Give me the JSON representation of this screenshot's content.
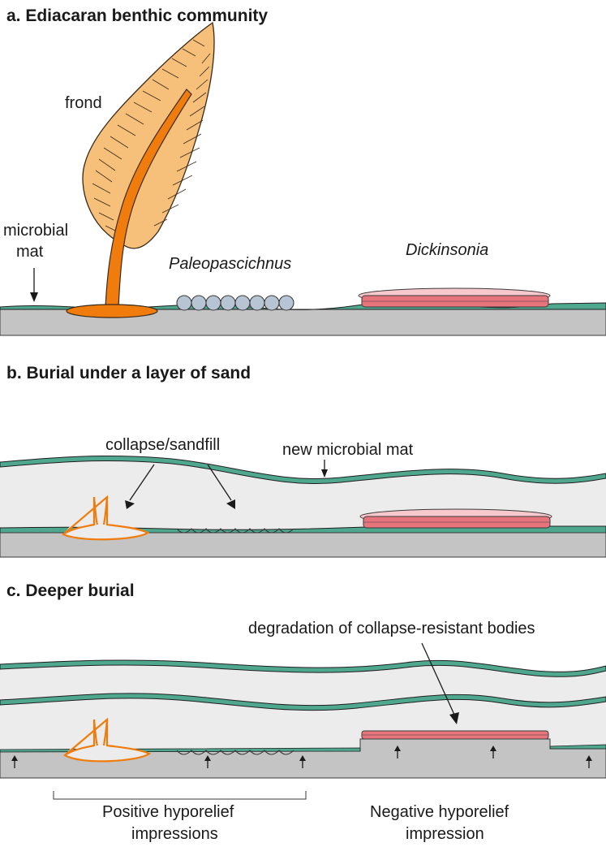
{
  "panels": {
    "a": {
      "title": "a. Ediacaran benthic community",
      "labels": {
        "frond": "frond",
        "microbial_mat_1": "microbial",
        "microbial_mat_2": "mat",
        "paleopascichnus": "Paleopascichnus",
        "dickinsonia": "Dickinsonia"
      }
    },
    "b": {
      "title": "b. Burial under a layer of sand",
      "labels": {
        "collapse": "collapse/sandfill",
        "new_mat": "new microbial mat"
      }
    },
    "c": {
      "title": "c. Deeper burial",
      "labels": {
        "degradation": "degradation of collapse-resistant bodies",
        "positive_1": "Positive hyporelief",
        "positive_2": "impressions",
        "negative_1": "Negative hyporelief",
        "negative_2": "impression"
      }
    }
  },
  "colors": {
    "mat": "#4fa88e",
    "sediment": "#c4c4c4",
    "sand": "#ececec",
    "frond": "#f7c07a",
    "frond_stalk": "#f07c0e",
    "dickinsonia": "#e8757e",
    "dickinsonia_halo": "#f7c9cd",
    "paleopascichnus": "#b7c4d3"
  }
}
